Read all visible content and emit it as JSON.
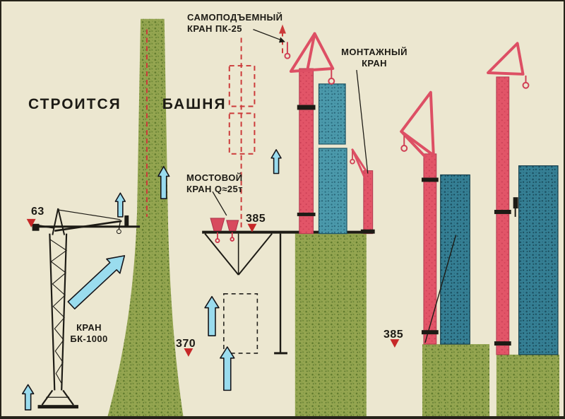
{
  "title": {
    "word1": "СТРОИТСЯ",
    "word2": "БАШНЯ"
  },
  "labels": {
    "self_lifting_crane": {
      "line1": "САМОПОДЪЕМНЫЙ",
      "line2": "КРАН ПК-25"
    },
    "assembly_crane": {
      "line1": "МОНТАЖНЫЙ",
      "line2": "КРАН"
    },
    "bridge_crane": {
      "line1": "МОСТОВОЙ",
      "line2": "КРАН Q≈25т"
    },
    "tower_crane_bk1000": {
      "line1": "КРАН",
      "line2": "БК-1000"
    }
  },
  "elevations": {
    "left_63": "63",
    "center_385": "385",
    "center_370": "370",
    "right_385": "385"
  },
  "colors": {
    "paper": "#ece7d0",
    "ink": "#1d1b15",
    "concrete_green": "#94a550",
    "steel_teal": "#4b99ab",
    "steel_teal_dark": "#357f94",
    "crane_red": "#e25568",
    "marker_red": "#c62828",
    "arrow_blue": "#9adcee"
  },
  "icons": {
    "elevation_marker": "▼",
    "lift_arrow": "⬆"
  }
}
